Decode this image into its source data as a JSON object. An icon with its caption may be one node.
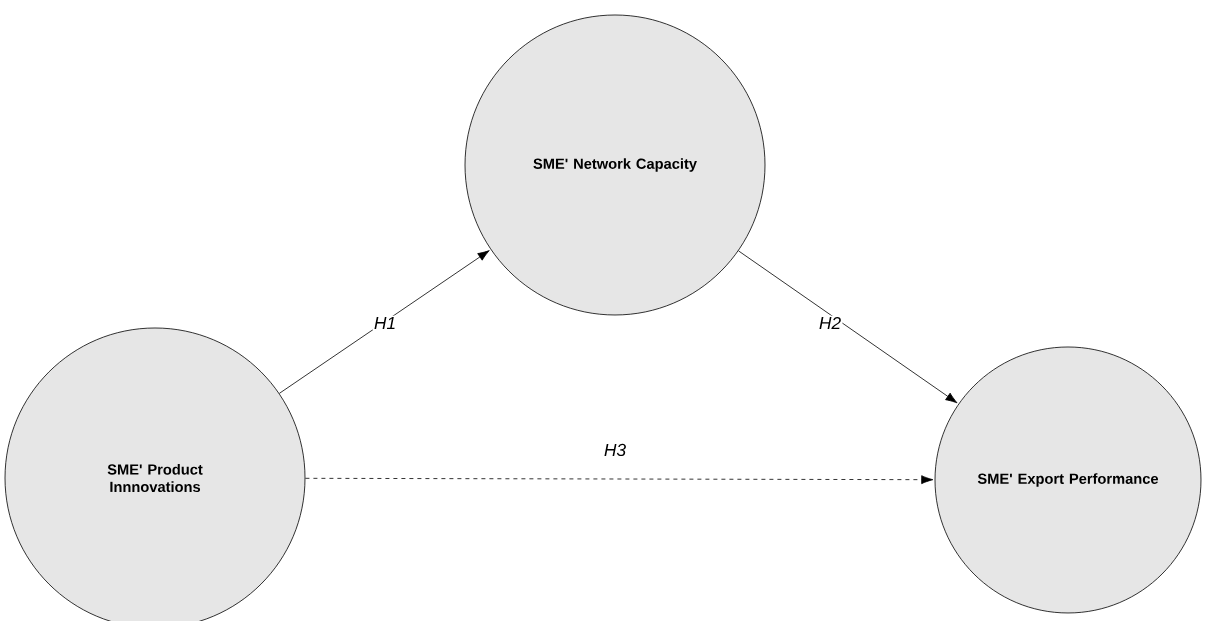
{
  "diagram": {
    "nodes": [
      {
        "text": [
          "SME' Product Innnovations"
        ]
      },
      {
        "text": [
          "SME' Network Capacity"
        ]
      },
      {
        "text": [
          "SME' Export Performance"
        ]
      }
    ],
    "edges": [
      {
        "from": 0,
        "to": 1,
        "arrow": "to",
        "label": "H1"
      },
      {
        "from": 1,
        "to": 2,
        "arrow": "to",
        "label": "H2"
      },
      {
        "from": 0,
        "to": 2,
        "arrow": "to",
        "label": "H3",
        "style": "dashed"
      }
    ]
  }
}
